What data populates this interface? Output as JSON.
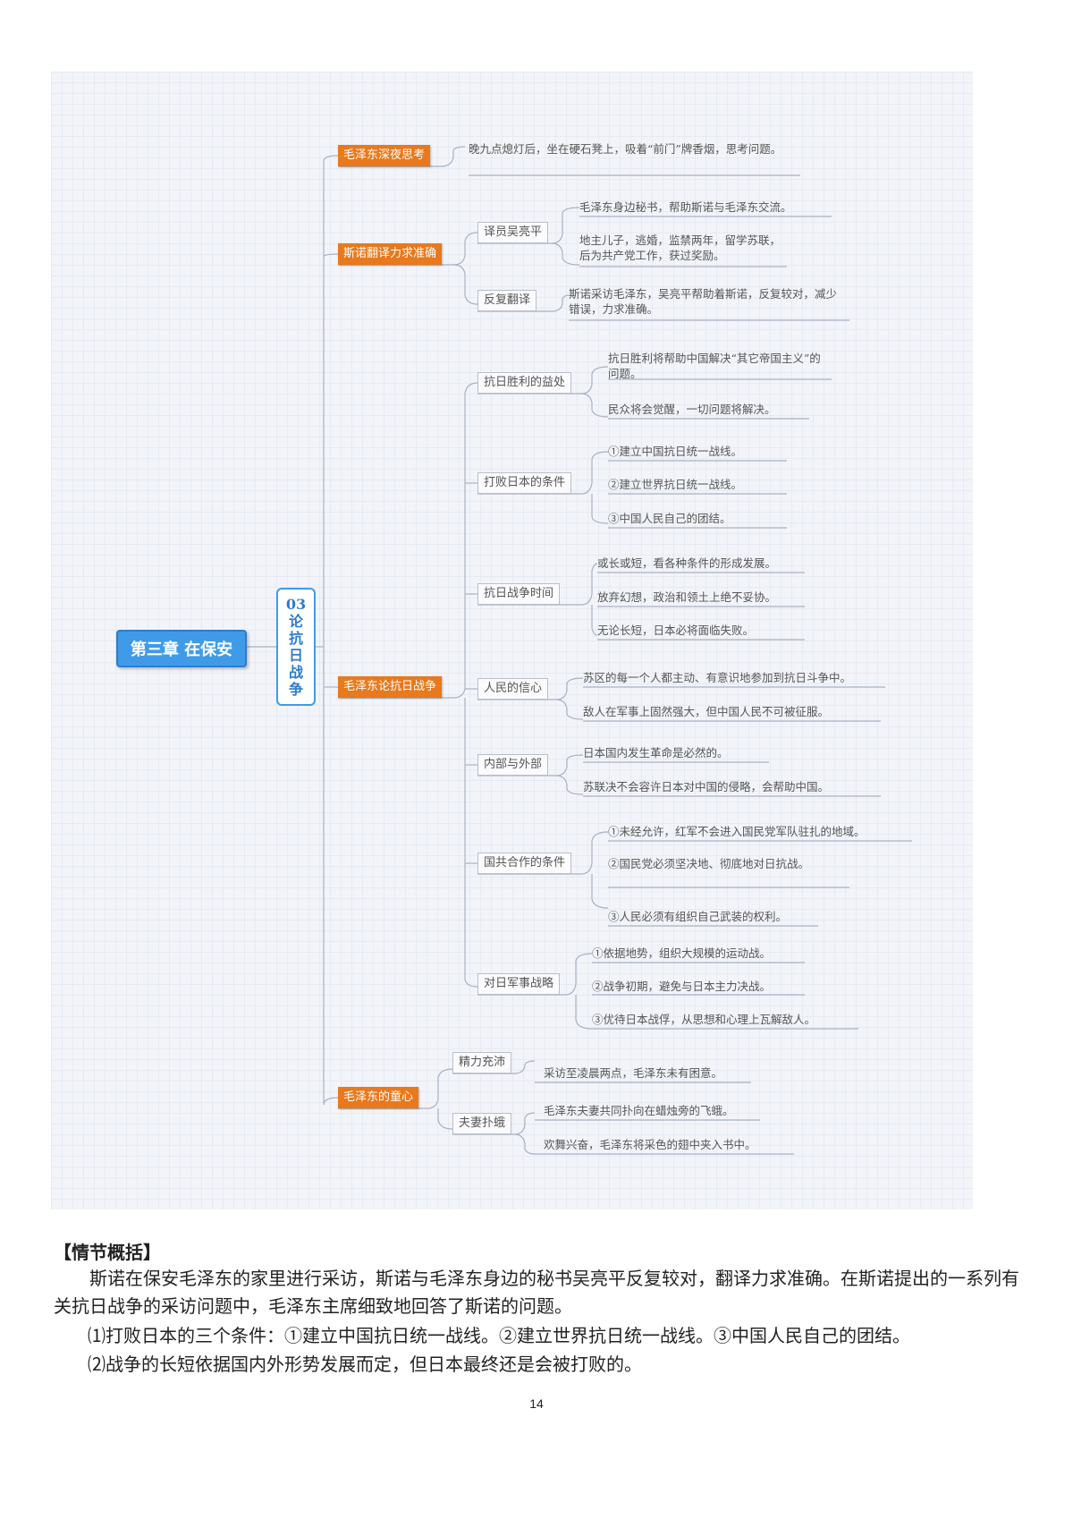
{
  "mindmap": {
    "root": "第三章 在保安",
    "topic": [
      "03",
      "论",
      "抗",
      "日",
      "战",
      "争"
    ],
    "branches": [
      {
        "label": "毛泽东深夜思考",
        "leaves": [
          "晚九点熄灯后，坐在硬石凳上，吸着“前门”牌香烟，思考问题。"
        ]
      },
      {
        "label": "斯诺翻译力求准确",
        "children": [
          {
            "label": "译员吴亮平",
            "leaves": [
              "毛泽东身边秘书，帮助斯诺与毛泽东交流。",
              "地主儿子，逃婚，监禁两年，留学苏联，后为共产党工作，获过奖励。"
            ]
          },
          {
            "label": "反复翻译",
            "leaves": [
              "斯诺采访毛泽东，吴亮平帮助着斯诺，反复较对，减少错误，力求准确。"
            ]
          }
        ]
      },
      {
        "label": "毛泽东论抗日战争",
        "children": [
          {
            "label": "抗日胜利的益处",
            "leaves": [
              "抗日胜利将帮助中国解决“其它帝国主义”的问题。",
              "民众将会觉醒，一切问题将解决。"
            ]
          },
          {
            "label": "打败日本的条件",
            "leaves": [
              "①建立中国抗日统一战线。",
              "②建立世界抗日统一战线。",
              "③中国人民自己的团结。"
            ]
          },
          {
            "label": "抗日战争时间",
            "leaves": [
              "或长或短，看各种条件的形成发展。",
              "放弃幻想，政治和领土上绝不妥协。",
              "无论长短，日本必将面临失败。"
            ]
          },
          {
            "label": "人民的信心",
            "leaves": [
              "苏区的每一个人都主动、有意识地参加到抗日斗争中。",
              "敌人在军事上固然强大，但中国人民不可被征服。"
            ]
          },
          {
            "label": "内部与外部",
            "leaves": [
              "日本国内发生革命是必然的。",
              "苏联决不会容许日本对中国的侵略，会帮助中国。"
            ]
          },
          {
            "label": "国共合作的条件",
            "leaves": [
              "①未经允许，红军不会进入国民党军队驻扎的地域。",
              "②国民党必须坚决地、彻底地对日抗战。",
              "③人民必须有组织自己武装的权利。"
            ]
          },
          {
            "label": "对日军事战略",
            "leaves": [
              "①依据地势，组织大规模的运动战。",
              "②战争初期，避免与日本主力决战。",
              "③优待日本战俘，从思想和心理上瓦解敌人。"
            ]
          }
        ]
      },
      {
        "label": "毛泽东的童心",
        "children": [
          {
            "label": "精力充沛",
            "leaves": [
              "采访至凌晨两点，毛泽东未有困意。"
            ]
          },
          {
            "label": "夫妻扑蛾",
            "leaves": [
              "毛泽东夫妻共同扑向在蜡烛旁的飞蛾。",
              "欢舞兴奋，毛泽东将采色的翅中夹入书中。"
            ]
          }
        ]
      }
    ]
  },
  "summary": {
    "heading": "【情节概括】",
    "paragraphs": [
      "斯诺在保安毛泽东的家里进行采访，斯诺与毛泽东身边的秘书吴亮平反复较对，翻译力求准确。在斯诺提出的一系列有关抗日战争的采访问题中，毛泽东主席细致地回答了斯诺的问题。",
      "⑴打败日本的三个条件：①建立中国抗日统一战线。②建立世界抗日统一战线。③中国人民自己的团结。",
      "⑵战争的长短依据国内外形势发展而定，但日本最终还是会被打败的。"
    ]
  },
  "page_number": "14"
}
